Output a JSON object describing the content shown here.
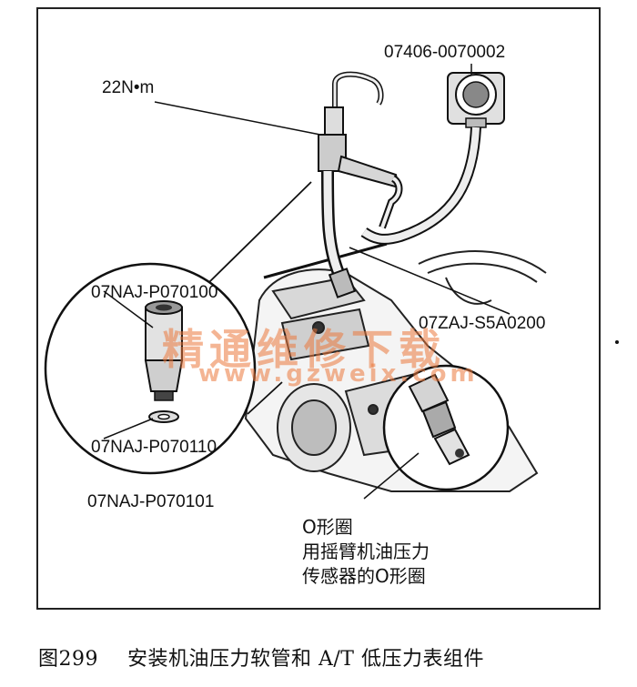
{
  "labels": {
    "torque": "22N•m",
    "gauge_part": "07406-0070002",
    "adapter_part": "07NAJ-P070100",
    "washer_part": "07NAJ-P070110",
    "assembly_part": "07NAJ-P070101",
    "hose_part": "07ZAJ-S5A0200",
    "oring_title": "O形圈",
    "oring_line2": "用摇臂机油压力",
    "oring_line3": "传感器的O形圈"
  },
  "caption": {
    "number": "图299",
    "text": "安装机油压力软管和 A/T 低压力表组件"
  },
  "watermark": {
    "line1": "精通维修下载",
    "line2": "www.gzweix.com"
  }
}
